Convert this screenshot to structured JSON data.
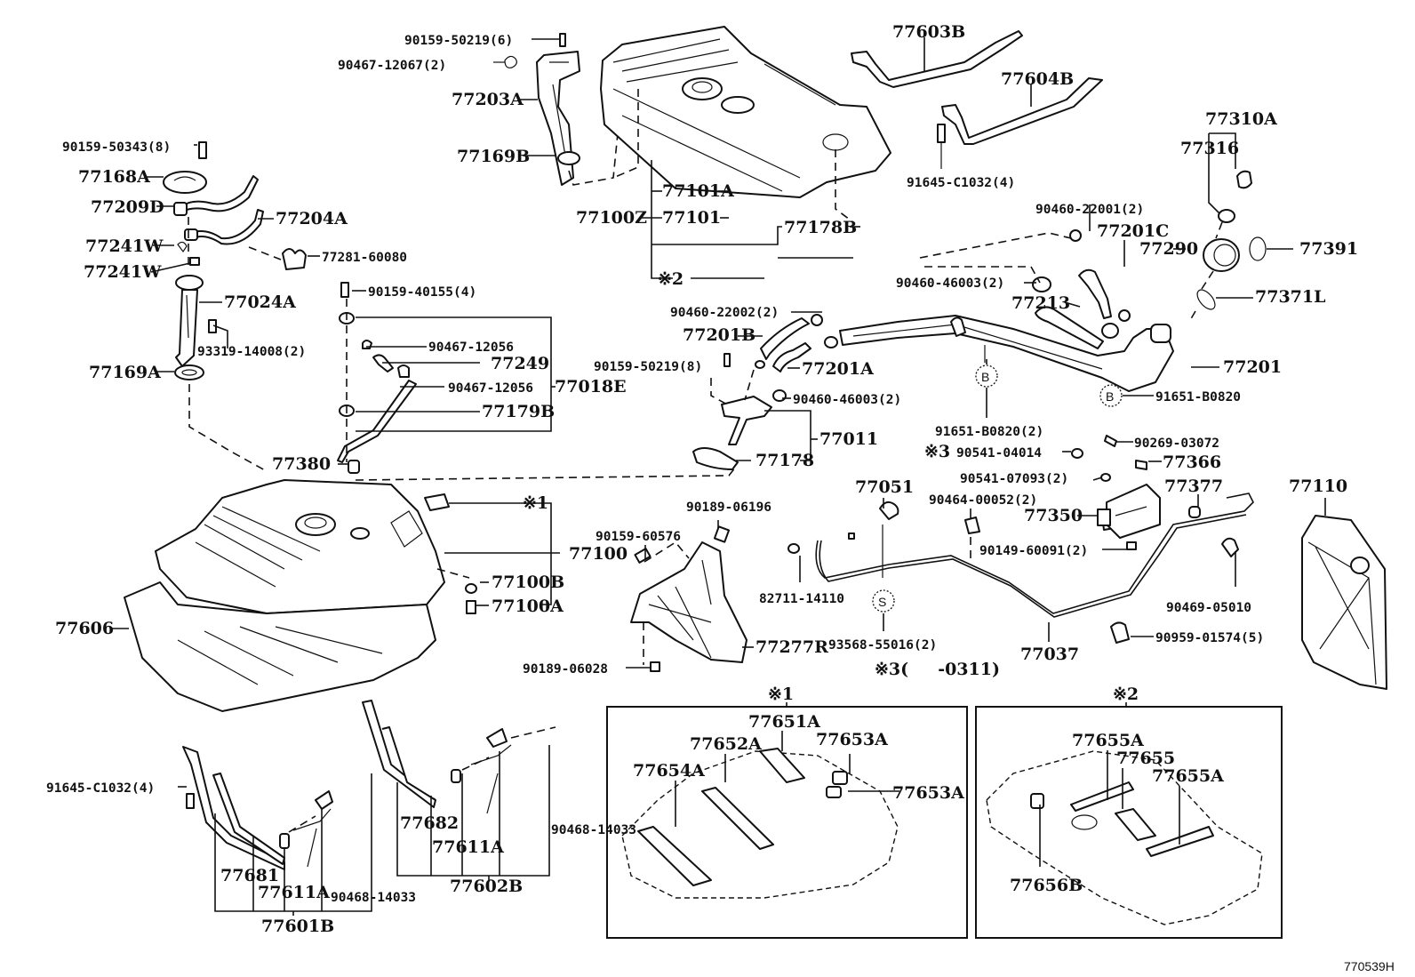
{
  "diagram": {
    "reference_code": "770539H",
    "callouts": {
      "c90159_50219_6": "90159-50219(6)",
      "c90467_12067_2": "90467-12067(2)",
      "c77203A": "77203A",
      "c77169B": "77169B",
      "c90159_50343_8": "90159-50343(8)",
      "c77168A": "77168A",
      "c77209D": "77209D",
      "c77204A": "77204A",
      "c77241W_1": "77241W",
      "c77241W_2": "77241W",
      "c77281_60080": "77281-60080",
      "c77024A": "77024A",
      "c93319_14008_2": "93319-14008(2)",
      "c77169A": "77169A",
      "c90159_40155_4": "90159-40155(4)",
      "c90467_12056_1": "90467-12056",
      "c77249": "77249",
      "c90467_12056_2": "90467-12056",
      "c77018E": "77018E",
      "c77179B": "77179B",
      "c77380": "77380",
      "c77603B": "77603B",
      "c77604B": "77604B",
      "c91645_C1032_4_top": "91645-C1032(4)",
      "c77101A": "77101A",
      "c77100Z": "77100Z",
      "c77101": "77101",
      "c77178B": "77178B",
      "c_note2_top": "※2",
      "c77310A": "77310A",
      "c77316": "77316",
      "c90460_22001_2": "90460-22001(2)",
      "c77201C": "77201C",
      "c77290": "77290",
      "c77391": "77391",
      "c90460_46003_2_top": "90460-46003(2)",
      "c77213": "77213",
      "c77371L": "77371L",
      "c77201": "77201",
      "c91651_B0820": "91651-B0820",
      "c90460_22002_2": "90460-22002(2)",
      "c77201B": "77201B",
      "c90159_50219_8": "90159-50219(8)",
      "c77201A": "77201A",
      "c90460_46003_2_mid": "90460-46003(2)",
      "c77011": "77011",
      "c77178": "77178",
      "c91651_B0820_2": "91651-B0820(2)",
      "c_note3_90541_04014": "※3",
      "c90541_04014": "90541-04014",
      "c90269_03072": "90269-03072",
      "c77366": "77366",
      "c90541_07093_2": "90541-07093(2)",
      "c77051": "77051",
      "c90464_00052_2": "90464-00052(2)",
      "c77377": "77377",
      "c77110": "77110",
      "c77350": "77350",
      "c90149_60091_2": "90149-60091(2)",
      "c90469_05010": "90469-05010",
      "c82711_14110": "82711-14110",
      "c93568_55016_2": "93568-55016(2)",
      "c77037": "77037",
      "c90959_01574_5": "90959-01574(5)",
      "c_note3_range": "※3(     -0311)",
      "c_note1_side": "※1",
      "c77100": "77100",
      "c77100B": "77100B",
      "c77100A": "77100A",
      "c77606": "77606",
      "c90189_06196": "90189-06196",
      "c90159_60576": "90159-60576",
      "c77277R": "77277R",
      "c90189_06028": "90189-06028",
      "c91645_C1032_4_bot": "91645-C1032(4)",
      "c77681": "77681",
      "c77611A_1": "77611A",
      "c90468_14033_1": "90468-14033",
      "c77601B": "77601B",
      "c77682": "77682",
      "c77611A_2": "77611A",
      "c90468_14033_2": "90468-14033",
      "c77602B": "77602B",
      "c_box1_title": "※1",
      "c77651A": "77651A",
      "c77652A": "77652A",
      "c77653A_1": "77653A",
      "c77654A": "77654A",
      "c77653A_2": "77653A",
      "c_box2_title": "※2",
      "c77655A_1": "77655A",
      "c77655": "77655",
      "c77655A_2": "77655A",
      "c77656B": "77656B",
      "c_marker_B1": "B",
      "c_marker_B2": "B",
      "c_marker_S": "S"
    }
  }
}
